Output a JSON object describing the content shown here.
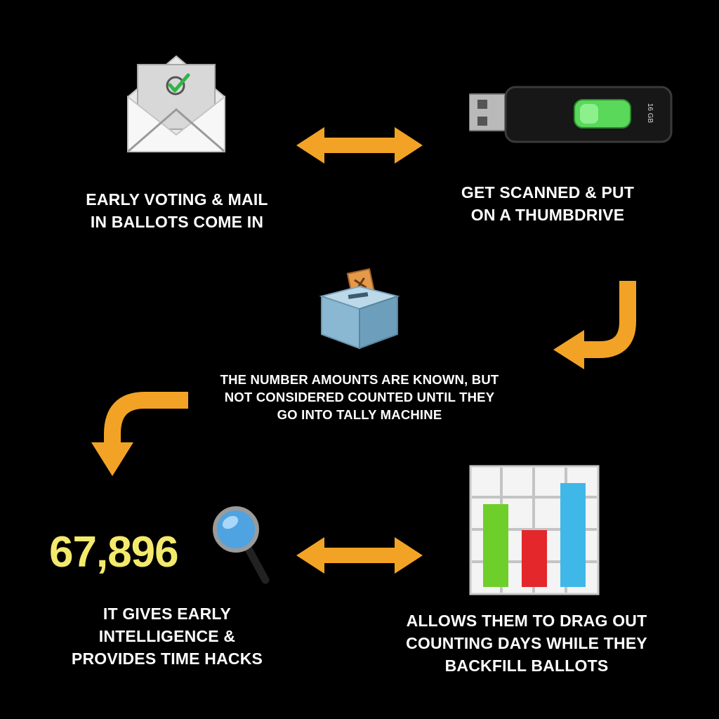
{
  "steps": {
    "mail_ballots": {
      "caption": "EARLY VOTING & MAIL\nIN BALLOTS COME IN",
      "icon": "envelope-ballot-icon"
    },
    "thumbdrive": {
      "caption": "GET SCANNED & PUT\nON A THUMBDRIVE",
      "icon": "usb-thumbdrive-icon",
      "drive_label": "16 GB"
    },
    "ballot_box": {
      "caption": "THE NUMBER AMOUNTS ARE KNOWN, BUT\nNOT CONSIDERED COUNTED UNTIL THEY\nGO INTO TALLY MACHINE",
      "icon": "ballot-box-icon"
    },
    "early_intel": {
      "number": "67,896",
      "caption": "IT GIVES EARLY\nINTELLIGENCE  &\nPROVIDES TIME HACKS",
      "icon": "magnifying-glass-icon"
    },
    "bar_chart": {
      "caption": "ALLOWS THEM TO DRAG OUT\nCOUNTING DAYS WHILE THEY\nBACKFILL BALLOTS",
      "icon": "bar-chart-icon"
    }
  },
  "colors": {
    "background": "#000000",
    "arrow": "#f2a325",
    "text": "#ffffff",
    "number": "#f3ea6d"
  }
}
